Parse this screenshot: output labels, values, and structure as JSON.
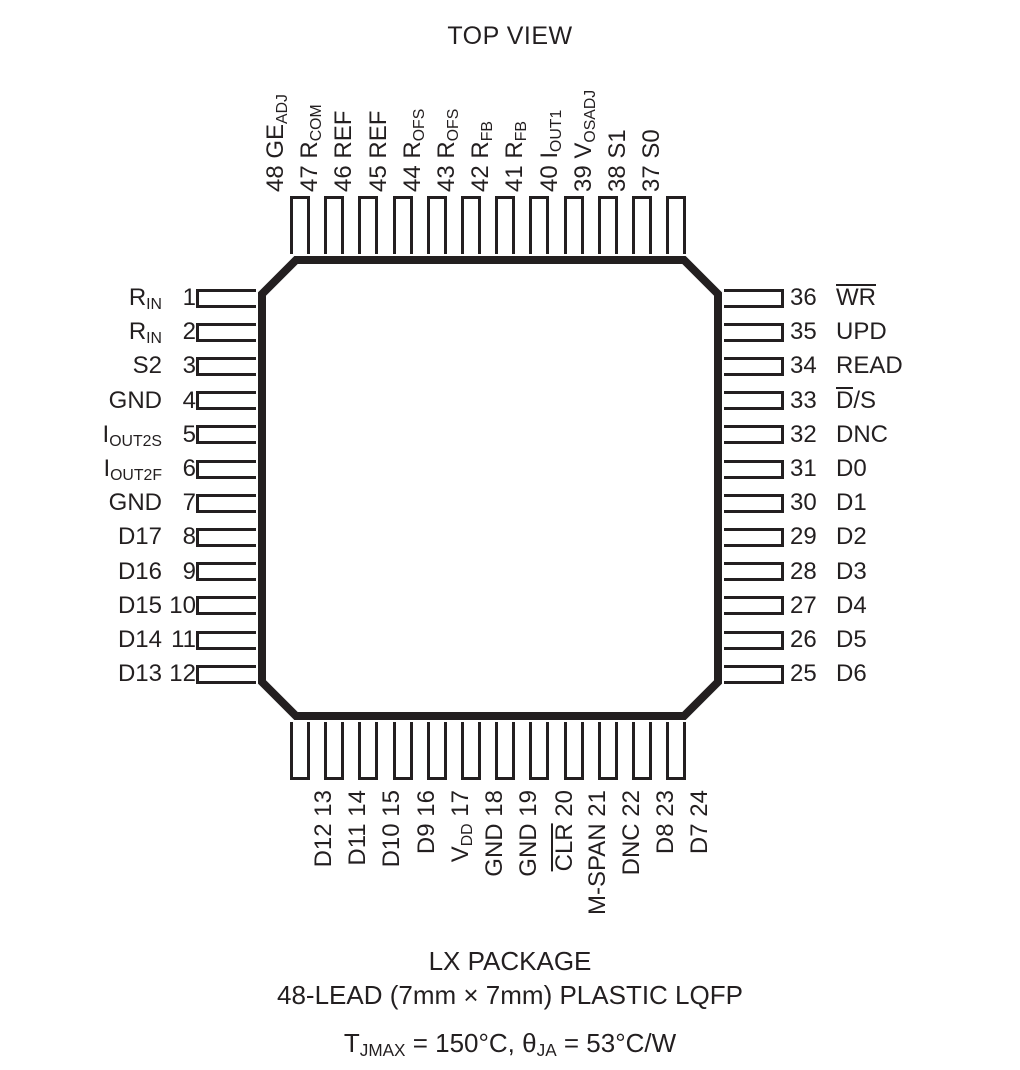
{
  "title": "TOP VIEW",
  "package": {
    "name_line": "LX PACKAGE",
    "spec_line": "48-LEAD (7mm × 7mm) PLASTIC LQFP",
    "thermal_line_prefix": "T",
    "thermal_line": "T JMAX = 150°C, θ JA = 53°C/W",
    "tjmax_label": "T",
    "tjmax_sub": "JMAX",
    "tjmax_value": " = 150°C, ",
    "theta_label": "θ",
    "theta_sub": "JA",
    "theta_value": " = 53°C/W",
    "lead_count": 48,
    "pins_per_side": 12
  },
  "colors": {
    "ink": "#231f20",
    "background": "#ffffff"
  },
  "pins": {
    "left": [
      {
        "num": "1",
        "name": "R",
        "sub": "IN",
        "bar": false
      },
      {
        "num": "2",
        "name": "R",
        "sub": "IN",
        "bar": false
      },
      {
        "num": "3",
        "name": "S2",
        "sub": "",
        "bar": false
      },
      {
        "num": "4",
        "name": "GND",
        "sub": "",
        "bar": false
      },
      {
        "num": "5",
        "name": "I",
        "sub": "OUT2S",
        "bar": false
      },
      {
        "num": "6",
        "name": "I",
        "sub": "OUT2F",
        "bar": false
      },
      {
        "num": "7",
        "name": "GND",
        "sub": "",
        "bar": false
      },
      {
        "num": "8",
        "name": "D17",
        "sub": "",
        "bar": false
      },
      {
        "num": "9",
        "name": "D16",
        "sub": "",
        "bar": false
      },
      {
        "num": "10",
        "name": "D15",
        "sub": "",
        "bar": false
      },
      {
        "num": "11",
        "name": "D14",
        "sub": "",
        "bar": false
      },
      {
        "num": "12",
        "name": "D13",
        "sub": "",
        "bar": false
      }
    ],
    "bottom": [
      {
        "num": "13",
        "name": "D12",
        "sub": "",
        "bar": false
      },
      {
        "num": "14",
        "name": "D11",
        "sub": "",
        "bar": false
      },
      {
        "num": "15",
        "name": "D10",
        "sub": "",
        "bar": false
      },
      {
        "num": "16",
        "name": "D9",
        "sub": "",
        "bar": false
      },
      {
        "num": "17",
        "name": "V",
        "sub": "DD",
        "bar": false
      },
      {
        "num": "18",
        "name": "GND",
        "sub": "",
        "bar": false
      },
      {
        "num": "19",
        "name": "GND",
        "sub": "",
        "bar": false
      },
      {
        "num": "20",
        "name": "CLR",
        "sub": "",
        "bar": true
      },
      {
        "num": "21",
        "name": "M-SPAN",
        "sub": "",
        "bar": false
      },
      {
        "num": "22",
        "name": "DNC",
        "sub": "",
        "bar": false
      },
      {
        "num": "23",
        "name": "D8",
        "sub": "",
        "bar": false
      },
      {
        "num": "24",
        "name": "D7",
        "sub": "",
        "bar": false
      }
    ],
    "right": [
      {
        "num": "36",
        "name": "WR",
        "sub": "",
        "bar": true,
        "barpart": "WR"
      },
      {
        "num": "35",
        "name": "UPD",
        "sub": "",
        "bar": false
      },
      {
        "num": "34",
        "name": "READ",
        "sub": "",
        "bar": false
      },
      {
        "num": "33",
        "name": "D/S",
        "sub": "",
        "bar": true,
        "barpart": "D"
      },
      {
        "num": "32",
        "name": "DNC",
        "sub": "",
        "bar": false
      },
      {
        "num": "31",
        "name": "D0",
        "sub": "",
        "bar": false
      },
      {
        "num": "30",
        "name": "D1",
        "sub": "",
        "bar": false
      },
      {
        "num": "29",
        "name": "D2",
        "sub": "",
        "bar": false
      },
      {
        "num": "28",
        "name": "D3",
        "sub": "",
        "bar": false
      },
      {
        "num": "27",
        "name": "D4",
        "sub": "",
        "bar": false
      },
      {
        "num": "26",
        "name": "D5",
        "sub": "",
        "bar": false
      },
      {
        "num": "25",
        "name": "D6",
        "sub": "",
        "bar": false
      }
    ],
    "top": [
      {
        "num": "48",
        "name": "GE",
        "sub": "ADJ",
        "bar": false
      },
      {
        "num": "47",
        "name": "R",
        "sub": "COM",
        "bar": false
      },
      {
        "num": "46",
        "name": "REF",
        "sub": "",
        "bar": false
      },
      {
        "num": "45",
        "name": "REF",
        "sub": "",
        "bar": false
      },
      {
        "num": "44",
        "name": "R",
        "sub": "OFS",
        "bar": false
      },
      {
        "num": "43",
        "name": "R",
        "sub": "OFS",
        "bar": false
      },
      {
        "num": "42",
        "name": "R",
        "sub": "FB",
        "bar": false
      },
      {
        "num": "41",
        "name": "R",
        "sub": "FB",
        "bar": false
      },
      {
        "num": "40",
        "name": "I",
        "sub": "OUT1",
        "bar": false
      },
      {
        "num": "39",
        "name": "V",
        "sub": "OSADJ",
        "bar": false
      },
      {
        "num": "38",
        "name": "S1",
        "sub": "",
        "bar": false
      },
      {
        "num": "37",
        "name": "S0",
        "sub": "",
        "bar": false
      }
    ]
  }
}
